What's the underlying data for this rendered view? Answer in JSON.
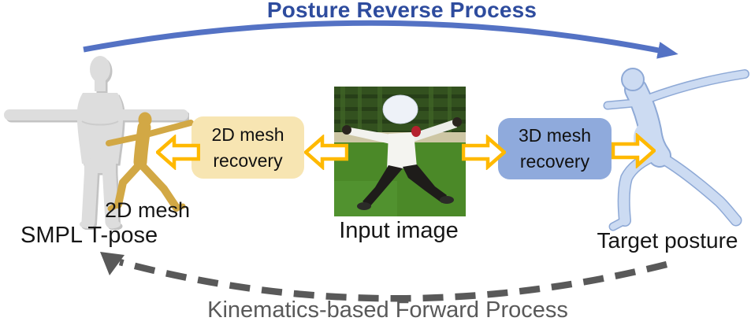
{
  "title": "Posture Reverse Process",
  "pipeline": {
    "box_2d": {
      "line1": "2D mesh",
      "line2": "recovery"
    },
    "box_3d": {
      "line1": "3D mesh",
      "line2": "recovery"
    }
  },
  "labels": {
    "smpl_tpose": "SMPL T-pose",
    "mesh_2d": "2D mesh",
    "input_image": "Input image",
    "target_posture": "Target posture",
    "forward_process": "Kinematics-based Forward Process"
  },
  "icons": {
    "top_arrow": "reverse-process-arc-arrow",
    "bottom_arrow": "forward-process-dashed-arc-arrow",
    "block_arrows": [
      "arrow-left-icon",
      "arrow-left-icon",
      "arrow-right-icon",
      "arrow-right-icon"
    ]
  },
  "colors": {
    "title_blue": "#2E4C9E",
    "arc_arrow_blue": "#5472C4",
    "box_cream": "#F7E5B2",
    "box_blue": "#8FAADC",
    "block_arrow_gold": "#FFB900",
    "silhouette_gold": "#D2A845",
    "target_mesh_blue": "#CCDBF2",
    "tpose_mesh_gray": "#DCDCDC",
    "dash_gray": "#595959",
    "label_black": "#161616"
  }
}
